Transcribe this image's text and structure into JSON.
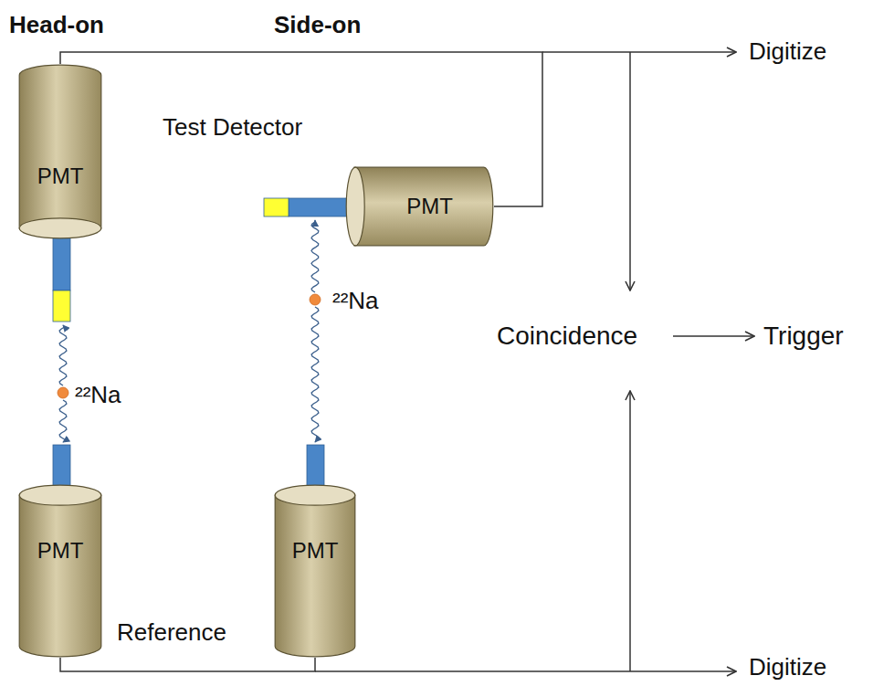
{
  "diagram": {
    "nodes": [
      {
        "text": [
          "PMT"
        ]
      },
      {
        "text": [
          "PMT"
        ]
      },
      {
        "text": [
          "PMT"
        ]
      },
      {
        "text": [
          "PMT"
        ]
      }
    ],
    "edges": [
      {
        "from": 0,
        "to": 1,
        "arrow": "none"
      },
      {
        "from": 2,
        "to": 3,
        "arrow": "none"
      }
    ],
    "labels": [
      "Head-on",
      "Side-on",
      "Test Detector",
      "²²Na",
      "²²Na",
      "Coincidence",
      "Trigger",
      "Digitize",
      "Digitize",
      "Reference"
    ]
  }
}
